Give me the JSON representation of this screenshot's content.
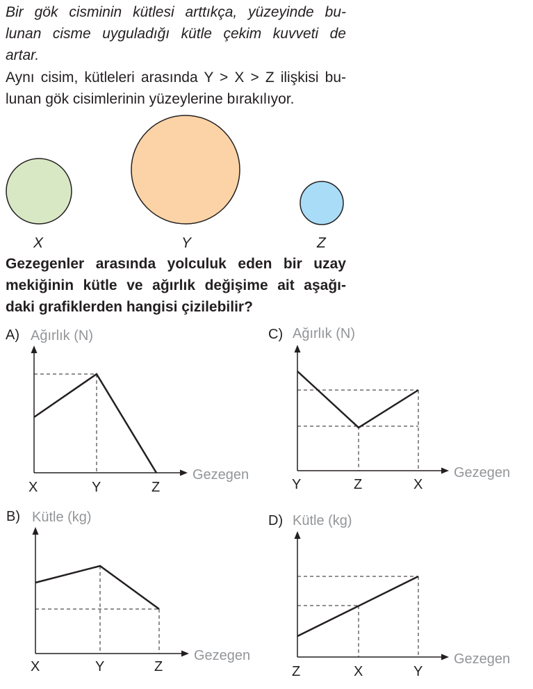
{
  "intro": {
    "lines": [
      "Bir gök cisminin kütlesi arttıkça, yüzeyinde bu-",
      "lunan cisme uyguladığı kütle çekim kuvveti de",
      "artar."
    ]
  },
  "setup": {
    "lines": [
      "Aynı cisim, kütleleri arasında Y > X > Z ilişkisi bu-",
      "lunan gök cisimlerinin yüzeylerine bırakılıyor."
    ]
  },
  "planets": [
    {
      "label": "X",
      "color": "#d9e8c4"
    },
    {
      "label": "Y",
      "color": "#fcd3a6"
    },
    {
      "label": "Z",
      "color": "#a9dcf7"
    }
  ],
  "question": {
    "lines": [
      "Gezegenler arasında yolculuk eden bir uzay",
      "mekiğinin kütle ve ağırlık değişime ait aşağı-",
      "daki grafiklerden hangisi çizilebilir?"
    ]
  },
  "options": {
    "A": {
      "letter": "A)",
      "ylabel": "Ağırlık (N)",
      "xlabel": "Gezegen",
      "ticks": [
        "X",
        "Y",
        "Z"
      ]
    },
    "B": {
      "letter": "B)",
      "ylabel": "Kütle (kg)",
      "xlabel": "Gezegen",
      "ticks": [
        "X",
        "Y",
        "Z"
      ]
    },
    "C": {
      "letter": "C)",
      "ylabel": "Ağırlık (N)",
      "xlabel": "Gezegen",
      "ticks": [
        "Y",
        "Z",
        "X"
      ]
    },
    "D": {
      "letter": "D)",
      "ylabel": "Kütle (kg)",
      "xlabel": "Gezegen",
      "ticks": [
        "Z",
        "X",
        "Y"
      ]
    }
  },
  "colors": {
    "text": "#231f20",
    "axis_label": "#939598",
    "line": "#231f20"
  }
}
